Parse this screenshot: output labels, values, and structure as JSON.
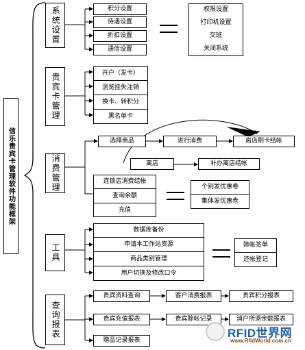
{
  "root": "信乐贵宾卡管理软件功能框架",
  "sections": {
    "system": {
      "title": "系统设置",
      "items": [
        "积分设置",
        "待遇设置",
        "折扣设置",
        "通信设置"
      ],
      "equals": [
        "权限设置",
        "打印机设置",
        "交班",
        "关闭系统"
      ]
    },
    "vip": {
      "title": "贵宾卡管理",
      "items": [
        "开户（发卡）",
        "测览挂失注销",
        "换卡、转积分",
        "黑名单卡"
      ]
    },
    "consume": {
      "title": "消费管理",
      "select": "选择商品",
      "pay": "进行消费",
      "card": "离店刷卡结帐",
      "leave": "离店",
      "fill": "补办离店结帐",
      "items": [
        "连锁店消费结帐",
        "查询余额",
        "充值"
      ],
      "equals": [
        "个别发优惠卷",
        "集体发优惠卷"
      ]
    },
    "tools": {
      "title": "工具",
      "items": [
        "数据库备份",
        "申请本工作站资源",
        "商品类别管理",
        "用户切换及修改口令"
      ],
      "equals": [
        "賒帐签单",
        "还帐登记"
      ]
    },
    "reports": {
      "title": "查询报表",
      "items": [
        "贵宾资料查询",
        "客户消费报表",
        "贵宾积分报表",
        "贵宾充值报表",
        "贵宾賒帐记录",
        "消户所退余额报表",
        "赠品记录报表"
      ]
    }
  },
  "watermark": {
    "title": "RFID世界网",
    "url": "www.RfidWorld.com.cn"
  }
}
